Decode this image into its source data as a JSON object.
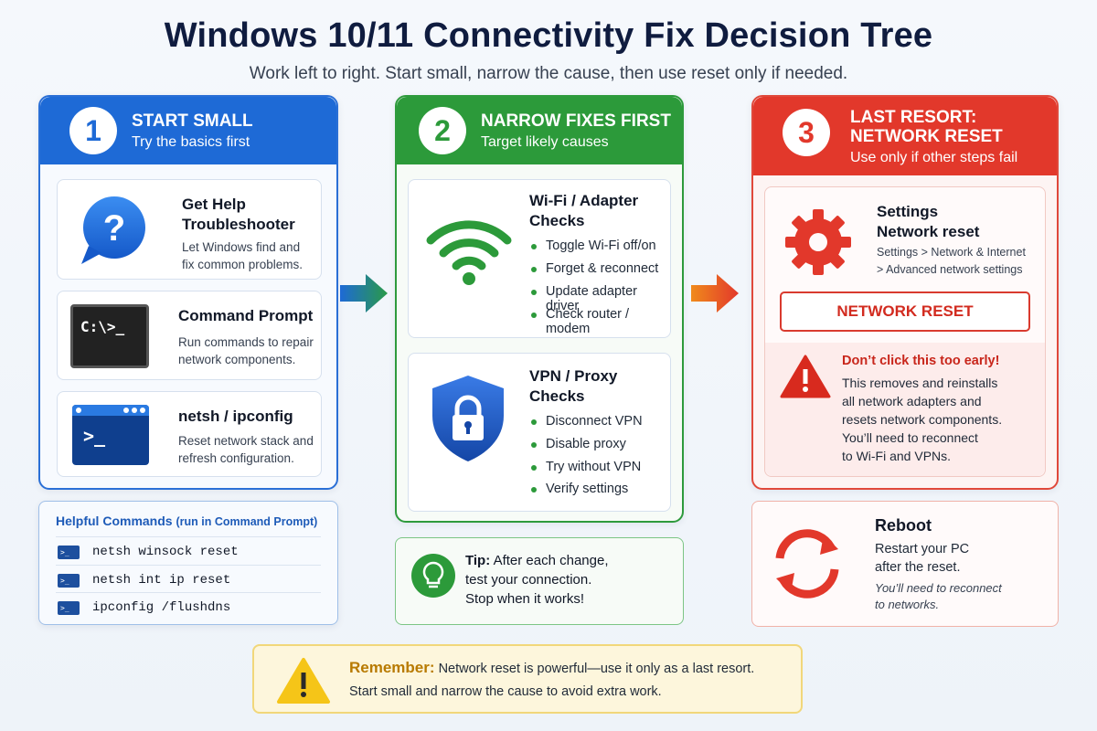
{
  "header": {
    "title": "Windows 10/11 Connectivity Fix Decision Tree",
    "subtitle": "Work left to right. Start small, narrow the cause, then use reset only if needed."
  },
  "colors": {
    "blue": "#1e6ad6",
    "green": "#2c9a3a",
    "red": "#e2382b",
    "yellow": "#f5c518"
  },
  "step1": {
    "number": "1",
    "title": "START SMALL",
    "subtitle": "Try the basics first",
    "cards": [
      {
        "icon": "help-bubble-icon",
        "title": "Get Help Troubleshooter",
        "desc": "Let Windows find and fix common problems."
      },
      {
        "icon": "command-prompt-icon",
        "icon_text": "C:\\>_",
        "title": "Command Prompt",
        "desc": "Run commands to repair network components."
      },
      {
        "icon": "terminal-window-icon",
        "icon_text": ">_",
        "title": "netsh / ipconfig",
        "desc": "Reset network stack and refresh configuration."
      }
    ]
  },
  "helpful_commands": {
    "title": "Helpful Commands",
    "title_note": "(run in Command Prompt)",
    "commands": [
      "netsh winsock reset",
      "netsh int ip reset",
      "ipconfig /flushdns"
    ]
  },
  "step2": {
    "number": "2",
    "title": "NARROW FIXES FIRST",
    "subtitle": "Target likely causes",
    "cards": [
      {
        "icon": "wifi-icon",
        "title": "Wi-Fi / Adapter Checks",
        "items": [
          "Toggle Wi-Fi off/on",
          "Forget & reconnect",
          "Update adapter driver",
          "Check router / modem"
        ]
      },
      {
        "icon": "shield-lock-icon",
        "title": "VPN / Proxy Checks",
        "items": [
          "Disconnect VPN",
          "Disable proxy",
          "Try without VPN",
          "Verify settings"
        ]
      }
    ]
  },
  "tip": {
    "label": "Tip:",
    "text_line1": "After each change,",
    "text_line2": "test your connection.",
    "text_line3": "Stop when it works!"
  },
  "step3": {
    "number": "3",
    "title_line1": "LAST RESORT:",
    "title_line2": "NETWORK RESET",
    "subtitle": "Use only if other steps fail",
    "settings": {
      "title_line1": "Settings",
      "title_line2": "Network reset",
      "path_line1": "Settings > Network & Internet",
      "path_line2": "> Advanced network settings"
    },
    "reset_button": "NETWORK RESET",
    "warning": {
      "title": "Don’t click this too early!",
      "lines": [
        "This removes and reinstalls",
        "all network adapters and",
        "resets network components.",
        "You’ll need to reconnect",
        "to Wi-Fi and VPNs."
      ]
    }
  },
  "reboot": {
    "title": "Reboot",
    "line1": "Restart your PC",
    "line2": "after the reset.",
    "note_line1": "You’ll need to reconnect",
    "note_line2": "to networks."
  },
  "remember": {
    "label": "Remember:",
    "line1": "Network reset is powerful—use it only as a last resort.",
    "line2": "Start small and narrow the cause to avoid extra work."
  }
}
